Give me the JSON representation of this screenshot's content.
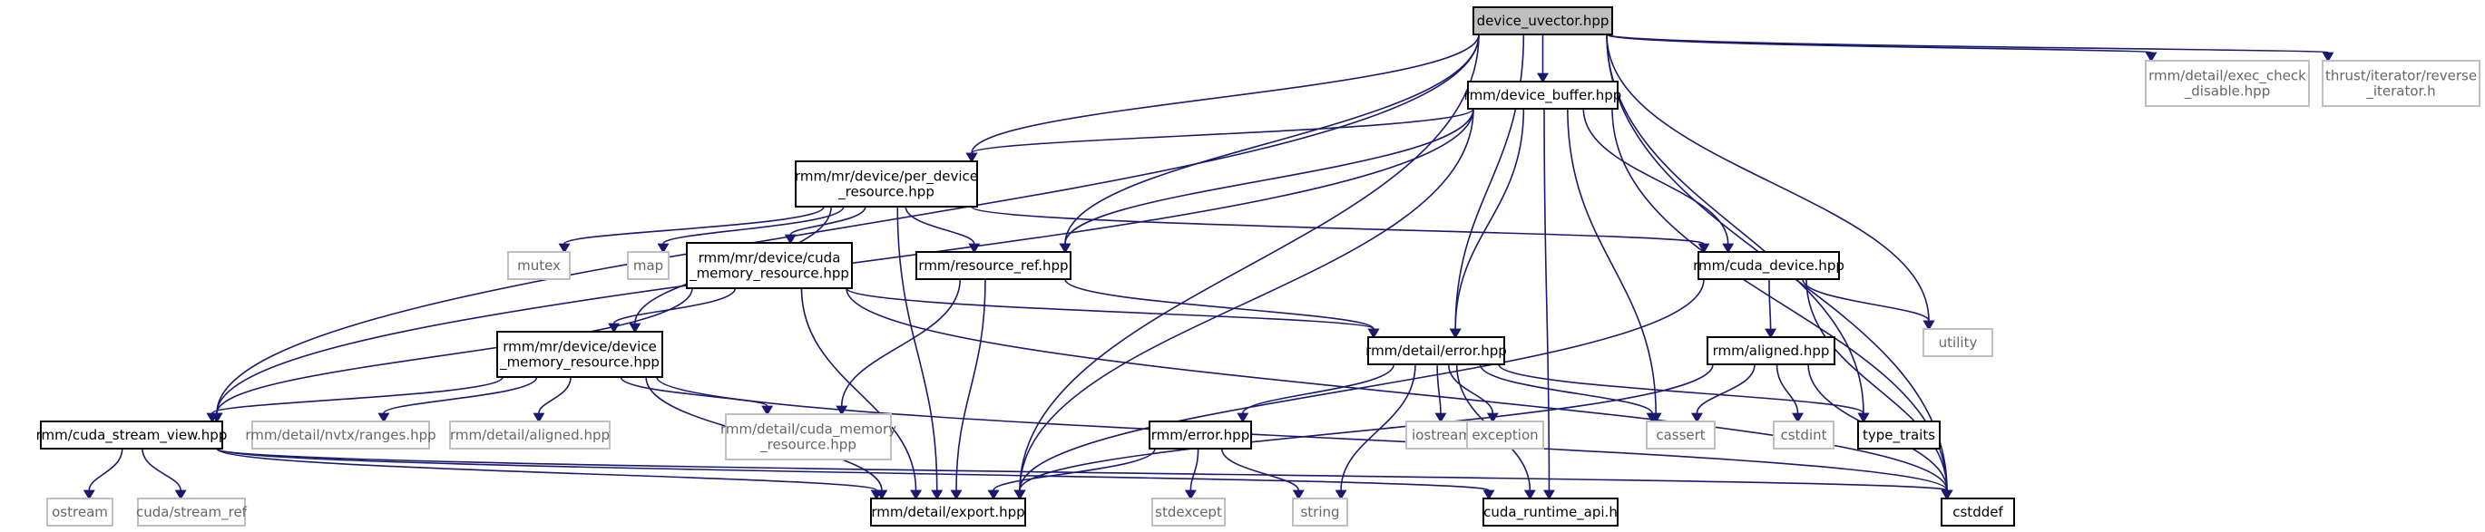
{
  "title": "device_uvector.hpp",
  "colors": {
    "edge": "#191970",
    "root_fill": "#bfbfbf",
    "external_border": "#bfbfbf",
    "external_text": "#666666"
  },
  "nodes": [
    {
      "id": "root",
      "kind": "root",
      "lines": [
        "device_uvector.hpp"
      ]
    },
    {
      "id": "device_buffer",
      "kind": "documented",
      "lines": [
        "rmm/device_buffer.hpp"
      ]
    },
    {
      "id": "exec_check",
      "kind": "external",
      "lines": [
        "rmm/detail/exec_check",
        "_disable.hpp"
      ]
    },
    {
      "id": "thrust_rev",
      "kind": "external",
      "lines": [
        "thrust/iterator/reverse",
        "_iterator.h"
      ]
    },
    {
      "id": "per_device",
      "kind": "documented",
      "lines": [
        "rmm/mr/device/per_device",
        "_resource.hpp"
      ]
    },
    {
      "id": "mutex",
      "kind": "external",
      "lines": [
        "mutex"
      ]
    },
    {
      "id": "map",
      "kind": "external",
      "lines": [
        "map"
      ]
    },
    {
      "id": "cuda_mr",
      "kind": "documented",
      "lines": [
        "rmm/mr/device/cuda",
        "_memory_resource.hpp"
      ]
    },
    {
      "id": "resource_ref",
      "kind": "documented",
      "lines": [
        "rmm/resource_ref.hpp"
      ]
    },
    {
      "id": "cuda_device",
      "kind": "documented",
      "lines": [
        "rmm/cuda_device.hpp"
      ]
    },
    {
      "id": "utility",
      "kind": "external",
      "lines": [
        "utility"
      ]
    },
    {
      "id": "device_mr",
      "kind": "documented",
      "lines": [
        "rmm/mr/device/device",
        "_memory_resource.hpp"
      ]
    },
    {
      "id": "detail_error",
      "kind": "documented",
      "lines": [
        "rmm/detail/error.hpp"
      ]
    },
    {
      "id": "aligned",
      "kind": "documented",
      "lines": [
        "rmm/aligned.hpp"
      ]
    },
    {
      "id": "cuda_stream_view",
      "kind": "documented",
      "lines": [
        "rmm/cuda_stream_view.hpp"
      ]
    },
    {
      "id": "nvtx",
      "kind": "external",
      "lines": [
        "rmm/detail/nvtx/ranges.hpp"
      ]
    },
    {
      "id": "detail_aligned",
      "kind": "external",
      "lines": [
        "rmm/detail/aligned.hpp"
      ]
    },
    {
      "id": "detail_cuda_mr",
      "kind": "external",
      "lines": [
        "rmm/detail/cuda_memory",
        "_resource.hpp"
      ]
    },
    {
      "id": "rmm_error",
      "kind": "documented",
      "lines": [
        "rmm/error.hpp"
      ]
    },
    {
      "id": "iostream",
      "kind": "external",
      "lines": [
        "iostream"
      ]
    },
    {
      "id": "exception",
      "kind": "external",
      "lines": [
        "exception"
      ]
    },
    {
      "id": "cassert",
      "kind": "external",
      "lines": [
        "cassert"
      ]
    },
    {
      "id": "cstdint",
      "kind": "external",
      "lines": [
        "cstdint"
      ]
    },
    {
      "id": "type_traits",
      "kind": "documented",
      "lines": [
        "type_traits"
      ]
    },
    {
      "id": "ostream",
      "kind": "external",
      "lines": [
        "ostream"
      ]
    },
    {
      "id": "stream_ref",
      "kind": "external",
      "lines": [
        "cuda/stream_ref"
      ]
    },
    {
      "id": "export",
      "kind": "documented",
      "lines": [
        "rmm/detail/export.hpp"
      ]
    },
    {
      "id": "stdexcept",
      "kind": "external",
      "lines": [
        "stdexcept"
      ]
    },
    {
      "id": "string",
      "kind": "external",
      "lines": [
        "string"
      ]
    },
    {
      "id": "cuda_runtime",
      "kind": "documented",
      "lines": [
        "cuda_runtime_api.h"
      ]
    },
    {
      "id": "cstddef",
      "kind": "documented",
      "lines": [
        "cstddef"
      ]
    }
  ],
  "edges": [
    [
      "root",
      "device_buffer"
    ],
    [
      "root",
      "exec_check"
    ],
    [
      "root",
      "thrust_rev"
    ],
    [
      "root",
      "per_device"
    ],
    [
      "root",
      "resource_ref"
    ],
    [
      "root",
      "detail_error"
    ],
    [
      "root",
      "cuda_stream_view"
    ],
    [
      "root",
      "export"
    ],
    [
      "root",
      "utility"
    ],
    [
      "root",
      "type_traits"
    ],
    [
      "root",
      "cstddef"
    ],
    [
      "device_buffer",
      "per_device"
    ],
    [
      "device_buffer",
      "resource_ref"
    ],
    [
      "device_buffer",
      "cuda_device"
    ],
    [
      "device_buffer",
      "detail_error"
    ],
    [
      "device_buffer",
      "cuda_stream_view"
    ],
    [
      "device_buffer",
      "export"
    ],
    [
      "device_buffer",
      "cassert"
    ],
    [
      "device_buffer",
      "cuda_runtime"
    ],
    [
      "device_buffer",
      "cstddef"
    ],
    [
      "per_device",
      "mutex"
    ],
    [
      "per_device",
      "map"
    ],
    [
      "per_device",
      "cuda_mr"
    ],
    [
      "per_device",
      "resource_ref"
    ],
    [
      "per_device",
      "cuda_device"
    ],
    [
      "per_device",
      "device_mr"
    ],
    [
      "per_device",
      "export"
    ],
    [
      "cuda_mr",
      "device_mr"
    ],
    [
      "cuda_mr",
      "detail_error"
    ],
    [
      "cuda_mr",
      "cuda_stream_view"
    ],
    [
      "cuda_mr",
      "export"
    ],
    [
      "cuda_mr",
      "cstddef"
    ],
    [
      "resource_ref",
      "detail_error"
    ],
    [
      "resource_ref",
      "detail_cuda_mr"
    ],
    [
      "resource_ref",
      "export"
    ],
    [
      "cuda_device",
      "aligned"
    ],
    [
      "cuda_device",
      "utility"
    ],
    [
      "cuda_device",
      "cstddef"
    ],
    [
      "cuda_device",
      "export"
    ],
    [
      "device_mr",
      "cuda_stream_view"
    ],
    [
      "device_mr",
      "nvtx"
    ],
    [
      "device_mr",
      "detail_aligned"
    ],
    [
      "device_mr",
      "detail_cuda_mr"
    ],
    [
      "device_mr",
      "export"
    ],
    [
      "device_mr",
      "cstddef"
    ],
    [
      "detail_error",
      "rmm_error"
    ],
    [
      "detail_error",
      "iostream"
    ],
    [
      "detail_error",
      "exception"
    ],
    [
      "detail_error",
      "cassert"
    ],
    [
      "detail_error",
      "type_traits"
    ],
    [
      "detail_error",
      "string"
    ],
    [
      "detail_error",
      "cuda_runtime"
    ],
    [
      "aligned",
      "cassert"
    ],
    [
      "aligned",
      "cstdint"
    ],
    [
      "aligned",
      "cstddef"
    ],
    [
      "aligned",
      "export"
    ],
    [
      "cuda_stream_view",
      "ostream"
    ],
    [
      "cuda_stream_view",
      "stream_ref"
    ],
    [
      "cuda_stream_view",
      "export"
    ],
    [
      "cuda_stream_view",
      "cuda_runtime"
    ],
    [
      "cuda_stream_view",
      "cstddef"
    ],
    [
      "rmm_error",
      "stdexcept"
    ],
    [
      "rmm_error",
      "string"
    ],
    [
      "rmm_error",
      "export"
    ]
  ]
}
